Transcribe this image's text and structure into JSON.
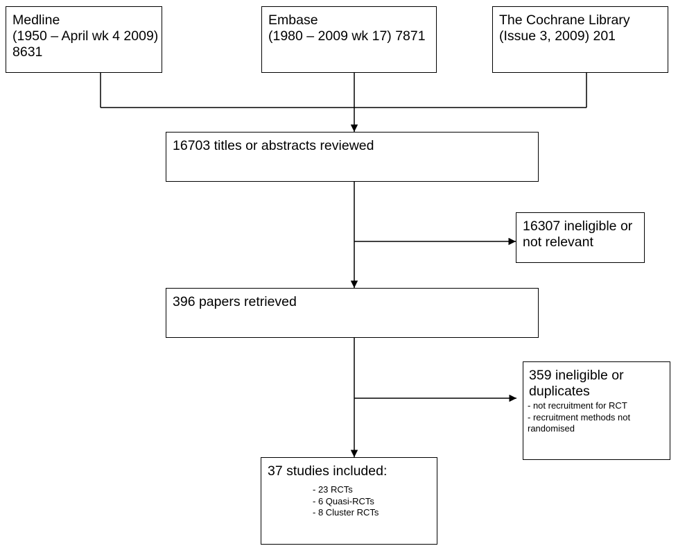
{
  "sources": [
    {
      "name": "Medline",
      "detail": "(1950 – April wk 4 2009) 8631"
    },
    {
      "name": "Embase",
      "detail": "(1980 – 2009 wk 17) 7871"
    },
    {
      "name": "The Cochrane Library",
      "detail": "(Issue 3, 2009) 201"
    }
  ],
  "reviewed": "16703 titles or abstracts reviewed",
  "excluded_1": "16307 ineligible or not relevant",
  "retrieved": "396 papers retrieved",
  "excluded_2": {
    "title": "359 ineligible or duplicates",
    "reasons": [
      "- not recruitment for RCT",
      "- recruitment methods not randomised"
    ]
  },
  "included": {
    "title": "37 studies included:",
    "breakdown": [
      "- 23 RCTs",
      "- 6 Quasi-RCTs",
      "- 8 Cluster RCTs"
    ]
  }
}
